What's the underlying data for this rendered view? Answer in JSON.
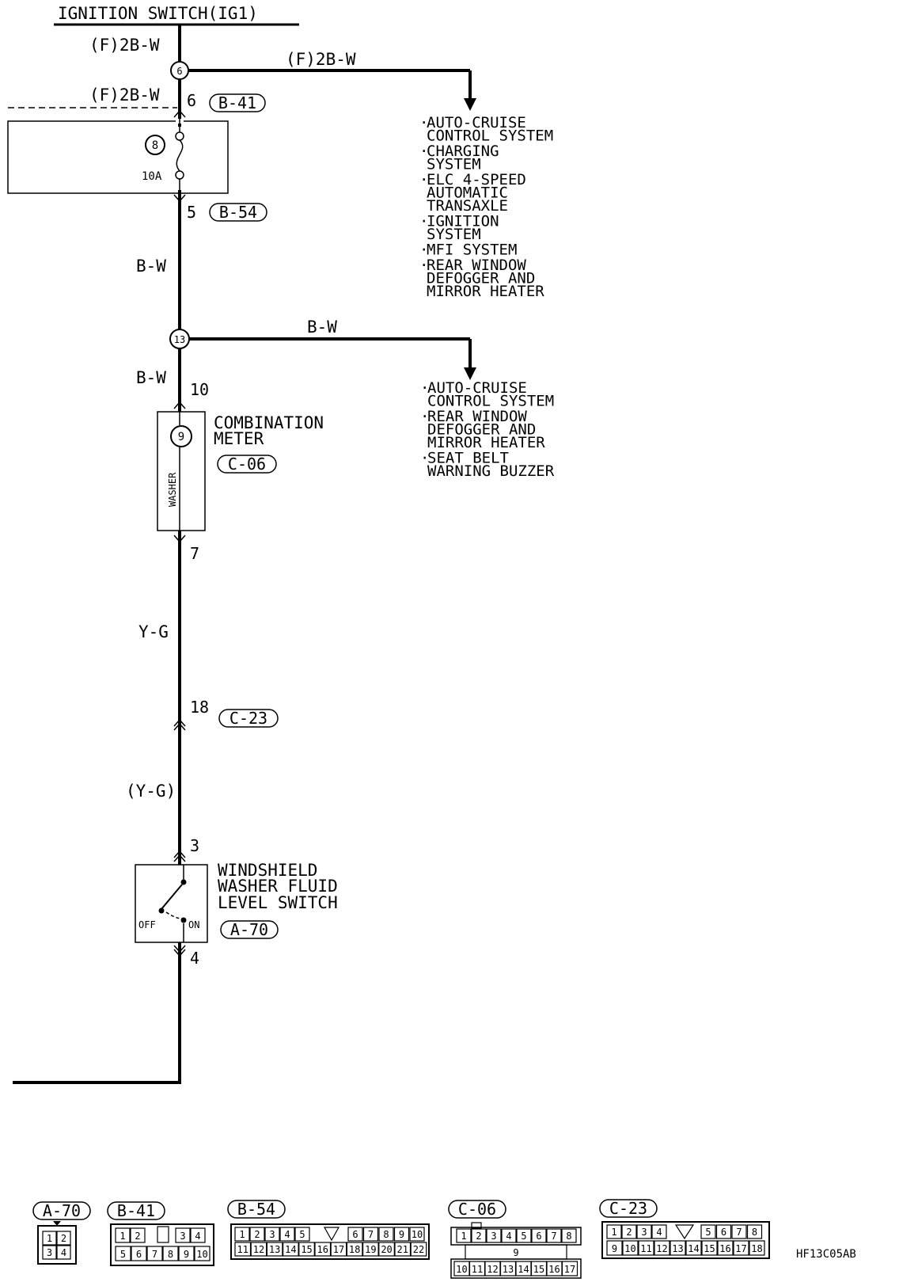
{
  "header": {
    "title": "IGNITION SWITCH(IG1)"
  },
  "wires": {
    "w1": "(F)2B-W",
    "w2": "(F)2B-W",
    "w3": "(F)2B-W",
    "w4": "B-W",
    "w5": "B-W",
    "w6": "B-W",
    "w7": "Y-G",
    "w8": "(Y-G)"
  },
  "junctions": {
    "j1": "6",
    "j2": "13"
  },
  "fuse": {
    "number": "8",
    "rating": "10A"
  },
  "pins": {
    "p1": "6",
    "p2": "5",
    "p3": "10",
    "p4": "7",
    "p5": "18",
    "p6": "3",
    "p7": "4"
  },
  "connectors": {
    "b41": "B-41",
    "b54": "B-54",
    "c06": "C-06",
    "c23": "C-23",
    "a70": "A-70"
  },
  "systems_group1": [
    [
      "AUTO-CRUISE",
      "CONTROL SYSTEM"
    ],
    [
      "CHARGING",
      "SYSTEM"
    ],
    [
      "ELC 4-SPEED",
      "AUTOMATIC",
      "TRANSAXLE"
    ],
    [
      "IGNITION",
      "SYSTEM"
    ],
    [
      "MFI SYSTEM"
    ],
    [
      "REAR WINDOW",
      "DEFOGGER AND",
      "MIRROR HEATER"
    ]
  ],
  "systems_group2": [
    [
      "AUTO-CRUISE",
      "CONTROL SYSTEM"
    ],
    [
      "REAR WINDOW",
      "DEFOGGER AND",
      "MIRROR HEATER"
    ],
    [
      "SEAT BELT",
      "WARNING BUZZER"
    ]
  ],
  "combination_meter": {
    "name_line1": "COMBINATION",
    "name_line2": "METER",
    "indicator": "9",
    "inner_label": "WASHER"
  },
  "level_switch": {
    "line1": "WINDSHIELD",
    "line2": "WASHER FLUID",
    "line3": "LEVEL SWITCH",
    "off": "OFF",
    "on": "ON"
  },
  "connector_views": {
    "a70": {
      "label": "A-70",
      "cells": [
        "1",
        "2",
        "3",
        "4"
      ]
    },
    "b41": {
      "label": "B-41",
      "top": [
        "1",
        "2",
        "3",
        "4"
      ],
      "bottom": [
        "5",
        "6",
        "7",
        "8",
        "9",
        "10"
      ]
    },
    "b54": {
      "label": "B-54",
      "top": [
        "1",
        "2",
        "3",
        "4",
        "5",
        "6",
        "7",
        "8",
        "9",
        "10"
      ],
      "bottom": [
        "11",
        "12",
        "13",
        "14",
        "15",
        "16",
        "17",
        "18",
        "19",
        "20",
        "21",
        "22"
      ]
    },
    "c06": {
      "label": "C-06",
      "top": [
        "1",
        "2",
        "3",
        "4",
        "5",
        "6",
        "7",
        "8"
      ],
      "middle": "9",
      "bottom": [
        "10",
        "11",
        "12",
        "13",
        "14",
        "15",
        "16",
        "17"
      ]
    },
    "c23": {
      "label": "C-23",
      "top": [
        "1",
        "2",
        "3",
        "4",
        "5",
        "6",
        "7",
        "8"
      ],
      "bottom": [
        "9",
        "10",
        "11",
        "12",
        "13",
        "14",
        "15",
        "16",
        "17",
        "18"
      ]
    }
  },
  "figure_code": "HF13C05AB"
}
